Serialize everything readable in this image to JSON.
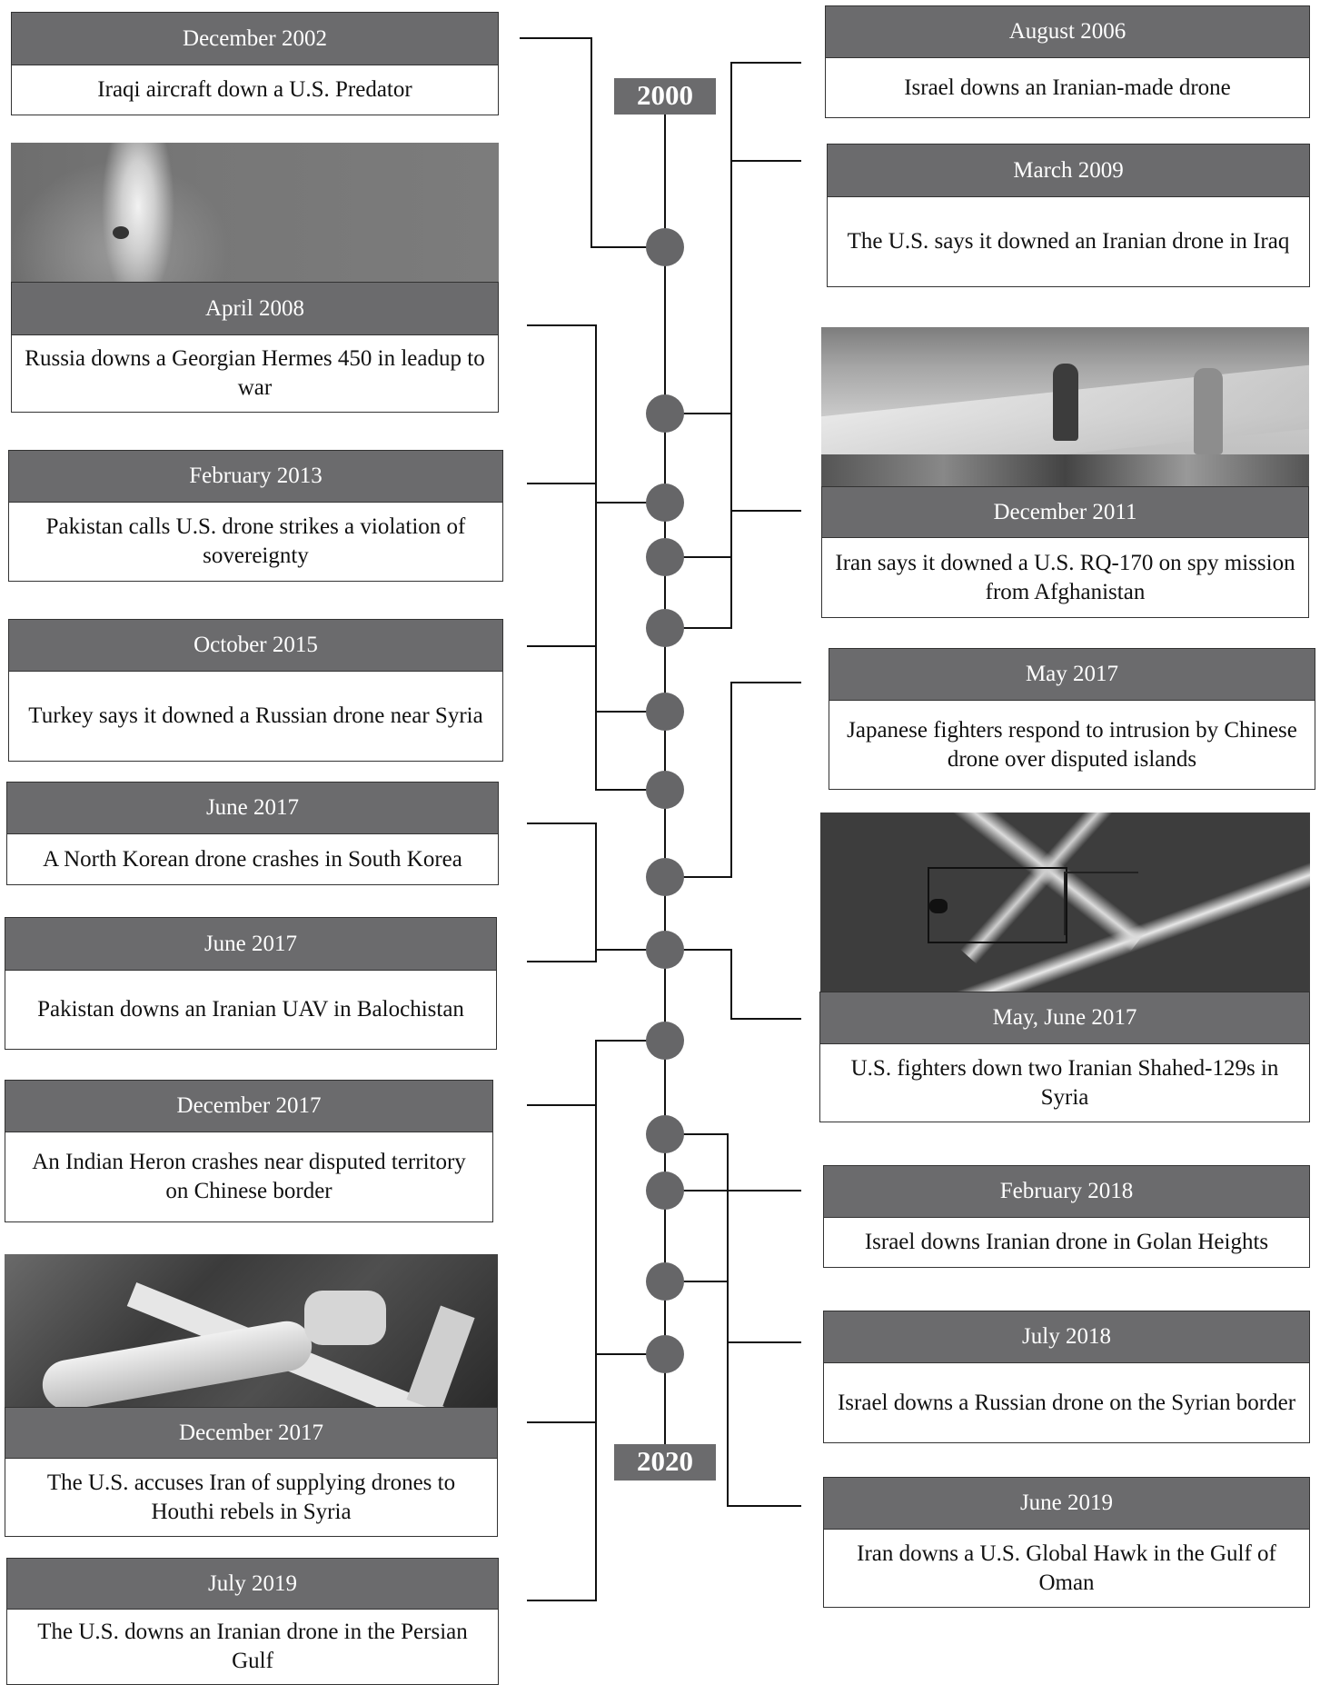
{
  "timeline": {
    "start_label": "2000",
    "end_label": "2020",
    "colors": {
      "dot": "#666668",
      "line": "#111111",
      "header": "#6b6b6d"
    }
  },
  "events": {
    "dec2002": {
      "date": "December 2002",
      "text": "Iraqi aircraft down a U.S. Predator"
    },
    "aug2006": {
      "date": "August 2006",
      "text": "Israel downs an Iranian-made drone"
    },
    "apr2008": {
      "date": "April 2008",
      "text": "Russia downs a Georgian Hermes 450 in leadup to war"
    },
    "mar2009": {
      "date": "March 2009",
      "text": "The U.S. says it downed an Iranian drone in Iraq"
    },
    "dec2011": {
      "date": "December 2011",
      "text": "Iran says it downed a U.S. RQ-170 on spy mission from Afghanistan"
    },
    "feb2013": {
      "date": "February 2013",
      "text": "Pakistan calls U.S. drone strikes a violation of sovereignty"
    },
    "oct2015": {
      "date": "October 2015",
      "text": "Turkey says it downed a Russian drone near Syria"
    },
    "may2017": {
      "date": "May 2017",
      "text": "Japanese fighters respond to intrusion by Chinese drone over disputed islands"
    },
    "jun2017a": {
      "date": "June 2017",
      "text": "A North Korean drone crashes in South Korea"
    },
    "mayjun2017": {
      "date": "May, June 2017",
      "text": "U.S. fighters down two Iranian Shahed-129s in Syria"
    },
    "jun2017b": {
      "date": "June 2017",
      "text": "Pakistan downs an Iranian UAV in Balochistan"
    },
    "dec2017a": {
      "date": "December 2017",
      "text": "An Indian Heron crashes near disputed territory on Chinese border"
    },
    "feb2018": {
      "date": "February 2018",
      "text": "Israel downs Iranian drone in Golan Heights"
    },
    "dec2017b": {
      "date": "December 2017",
      "text": "The U.S. accuses Iran of supplying drones to Houthi rebels in Syria"
    },
    "jul2018": {
      "date": "July 2018",
      "text": "Israel downs a Russian drone on the Syrian border"
    },
    "jun2019": {
      "date": "June 2019",
      "text": "Iran downs a U.S. Global Hawk in the Gulf of Oman"
    },
    "jul2019": {
      "date": "July 2019",
      "text": "The U.S. downs an Iranian drone in the Persian Gulf"
    }
  }
}
